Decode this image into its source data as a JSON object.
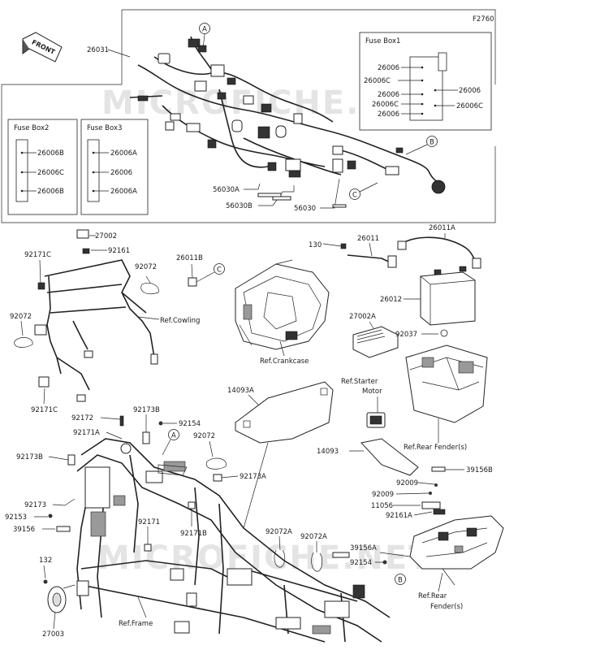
{
  "figure_code": "F2760",
  "front_arrow_label": "FRONT",
  "watermark": "MICROFICHE.NET",
  "fuse_box1": {
    "title": "Fuse Box1",
    "left_labels": [
      "26006",
      "26006C",
      "26006",
      "26006C",
      "26006"
    ],
    "right_labels": [
      "26006",
      "26006C"
    ]
  },
  "fuse_box2": {
    "title": "Fuse Box2",
    "labels": [
      "26006B",
      "26006C",
      "26006B"
    ]
  },
  "fuse_box3": {
    "title": "Fuse Box3",
    "labels": [
      "26006A",
      "26006",
      "26006A"
    ]
  },
  "callouts": [
    "A",
    "B",
    "C",
    "C",
    "A",
    "B"
  ],
  "part_labels": {
    "p26031": "26031",
    "p56030A": "56030A",
    "p56030B": "56030B",
    "p56030": "56030",
    "p27002": "27002",
    "p92161": "92161",
    "p92171C_top": "92171C",
    "p92072_a": "92072",
    "p92072_b": "92072",
    "p92171C_bot": "92171C",
    "p26011B": "26011B",
    "p130": "130",
    "p26011": "26011",
    "p26011A": "26011A",
    "p26012": "26012",
    "p27002A": "27002A",
    "p92037": "92037",
    "p14093A": "14093A",
    "p14093": "14093",
    "p92172": "92172",
    "p92173B_top": "92173B",
    "p92154_top": "92154",
    "p92171A": "92171A",
    "p92072_c": "92072",
    "p92173B_left": "92173B",
    "p92173A": "92173A",
    "p39156B": "39156B",
    "p92009_a": "92009",
    "p92009_b": "92009",
    "p11056": "11056",
    "p92161A": "92161A",
    "p92173": "92173",
    "p92153": "92153",
    "p39156": "39156",
    "p92171": "92171",
    "p92171B": "92171B",
    "p92072A_a": "92072A",
    "p92072A_b": "92072A",
    "p39156A": "39156A",
    "p92154_bot": "92154",
    "p132": "132",
    "p27003": "27003"
  },
  "references": {
    "cowling": "Ref.Cowling",
    "crankcase": "Ref.Crankcase",
    "starter_line1": "Ref.Starter",
    "starter_line2": "Motor",
    "rear_fender_a": "Ref.Rear Fender(s)",
    "rear_fender_b_line1": "Ref.Rear",
    "rear_fender_b_line2": "Fender(s)",
    "frame": "Ref.Frame"
  }
}
